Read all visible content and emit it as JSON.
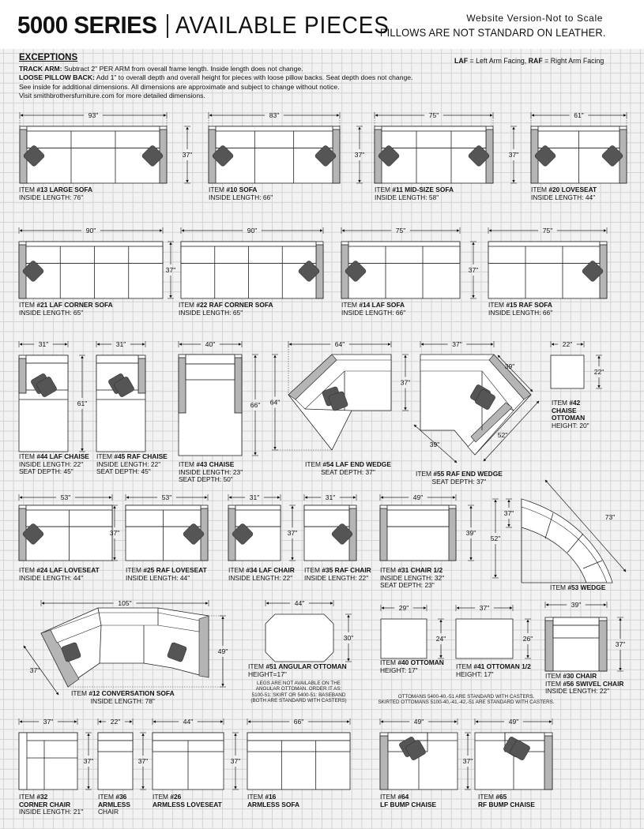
{
  "header": {
    "series": "5000 SERIES",
    "title": "AVAILABLE PIECES",
    "website_note": "Website Version-Not to Scale",
    "pillow_note": "PILLOWS ARE NOT STANDARD ON LEATHER."
  },
  "exceptions": {
    "heading": "EXCEPTIONS",
    "track_arm_label": "TRACK ARM:",
    "track_arm_text": "Subtract 2\" PER ARM from overall frame length. Inside length does not change.",
    "loose_label": "LOOSE PILLOW BACK:",
    "loose_text": "Add 1\" to overall depth and overall height for pieces with loose pillow backs. Seat depth does not change.",
    "line3": "See inside for additional dimensions. All dimensions are approximate and subject to change without notice.",
    "line4": "Visit smithbrothersfurniture.com for more detailed dimensions."
  },
  "legend": {
    "laf": "LAF",
    "laf_text": " = Left Arm Facing, ",
    "raf": "RAF",
    "raf_text": " = Right Arm Facing"
  },
  "items": [
    {
      "item": "#13 LARGE SOFA",
      "lines": [
        "INSIDE LENGTH: 76\""
      ],
      "width": "93\"",
      "height": "37\""
    },
    {
      "item": "#10 SOFA",
      "lines": [
        "INSIDE LENGTH: 66\""
      ],
      "width": "83\"",
      "height": "37\""
    },
    {
      "item": "#11 MID-SIZE SOFA",
      "lines": [
        "INSIDE LENGTH: 58\""
      ],
      "width": "75\"",
      "height": "37\""
    },
    {
      "item": "#20 LOVESEAT",
      "lines": [
        "INSIDE LENGTH: 44\""
      ],
      "width": "61\"",
      "height": "37\""
    },
    {
      "item": "#21 LAF CORNER SOFA",
      "lines": [
        "INSIDE LENGTH: 65\""
      ],
      "width": "90\""
    },
    {
      "item": "#22 RAF CORNER SOFA",
      "lines": [
        "INSIDE LENGTH: 65\""
      ],
      "width": "90\"",
      "height": "37\""
    },
    {
      "item": "#14 LAF SOFA",
      "lines": [
        "INSIDE LENGTH: 66\""
      ],
      "width": "75\"",
      "height": "37\""
    },
    {
      "item": "#15 RAF SOFA",
      "lines": [
        "INSIDE LENGTH: 66\""
      ],
      "width": "75\""
    },
    {
      "item": "#44 LAF CHAISE",
      "lines": [
        "INSIDE LENGTH: 22\"",
        "SEAT DEPTH: 45\""
      ],
      "width": "31\"",
      "height": "61\""
    },
    {
      "item": "#45 RAF CHAISE",
      "lines": [
        "INSIDE LENGTH: 22\"",
        "SEAT DEPTH: 45\""
      ],
      "width": "31\""
    },
    {
      "item": "#43 CHAISE",
      "lines": [
        "INSIDE LENGTH: 23\"",
        "SEAT DEPTH: 50\""
      ],
      "width": "40\"",
      "height": "66\""
    },
    {
      "item": "#54 LAF END WEDGE",
      "lines": [
        "SEAT DEPTH: 37\""
      ],
      "width": "64\"",
      "height": "64\""
    },
    {
      "item": "#55 RAF END WEDGE",
      "lines": [
        "SEAT DEPTH: 37\""
      ],
      "width": "37\"",
      "height": "37\"",
      "diag1": "39\"",
      "diag2": "52\"",
      "diag3": "39\""
    },
    {
      "item": "#42",
      "lines": [
        "CHAISE",
        "OTTOMAN",
        "HEIGHT: 20\""
      ],
      "width": "22\"",
      "height": "22\""
    },
    {
      "item": "#24 LAF LOVESEAT",
      "lines": [
        "INSIDE LENGTH: 44\""
      ],
      "width": "53\"",
      "height": "37\""
    },
    {
      "item": "#25 RAF LOVESEAT",
      "lines": [
        "INSIDE LENGTH: 44\""
      ],
      "width": "53\""
    },
    {
      "item": "#34 LAF CHAIR",
      "lines": [
        "INSIDE LENGTH: 22\""
      ],
      "width": "31\"",
      "height": "37\""
    },
    {
      "item": "#35 RAF CHAIR",
      "lines": [
        "INSIDE LENGTH: 22\""
      ],
      "width": "31\""
    },
    {
      "item": "#31 CHAIR 1/2",
      "lines": [
        "INSIDE LENGTH: 32\"",
        "SEAT DEPTH: 23\""
      ],
      "width": "49\"",
      "height": "39\""
    },
    {
      "item": "#53 WEDGE",
      "lines": [],
      "height1": "37\"",
      "height2": "52\"",
      "diag": "73\""
    },
    {
      "item": "#12 CONVERSATION SOFA",
      "lines": [
        "INSIDE LENGTH: 78\""
      ],
      "width": "105\"",
      "height": "49\"",
      "diag": "37\""
    },
    {
      "item": "#51 ANGULAR OTTOMAN",
      "lines": [
        "HEIGHT=17\""
      ],
      "width": "44\"",
      "height": "30\""
    },
    {
      "item": "#40 OTTOMAN",
      "lines": [
        "HEIGHT: 17\""
      ],
      "width": "29\"",
      "height": "24\""
    },
    {
      "item": "#41 OTTOMAN 1/2",
      "lines": [
        "HEIGHT: 17\""
      ],
      "width": "37\"",
      "height": "26\""
    },
    {
      "item": "#30 CHAIR",
      "item2": "#56 SWIVEL CHAIR",
      "lines": [
        "INSIDE LENGTH: 22\""
      ],
      "width": "39\"",
      "height": "37\""
    },
    {
      "item": "#32",
      "lines": [
        "CORNER CHAIR",
        "INSIDE LENGTH: 21\""
      ],
      "width": "37\"",
      "height": "37\""
    },
    {
      "item": "#36",
      "lines": [
        "ARMLESS",
        "CHAIR"
      ],
      "width": "22\"",
      "height": "37\""
    },
    {
      "item": "#26",
      "lines": [
        "ARMLESS LOVESEAT"
      ],
      "width": "44\"",
      "height": "37\""
    },
    {
      "item": "#16",
      "lines": [
        "ARMLESS SOFA"
      ],
      "width": "66\"",
      "height": "37\""
    },
    {
      "item": "#64",
      "lines": [
        "LF BUMP CHAISE"
      ],
      "width": "49\"",
      "height": "37\""
    },
    {
      "item": "#65",
      "lines": [
        "RF BUMP CHAISE"
      ],
      "width": "49\""
    }
  ],
  "item_prefix": "ITEM ",
  "notes": {
    "angular": [
      "LEGS ARE NOT AVAILABLE ON THE",
      "ANGULAR OTTOMAN. ORDER IT AS:",
      "5100-51: SKIRT OR 5400-51: BASEBAND",
      "(BOTH ARE STANDARD WITH CASTERS)"
    ],
    "ottomans": [
      "OTTOMANS 5400-40,-51 ARE STANDARD WITH CASTERS.",
      "SKIRTED OTTOMANS 5100-40,-41,-42,-51 ARE STANDARD WITH CASTERS."
    ]
  }
}
